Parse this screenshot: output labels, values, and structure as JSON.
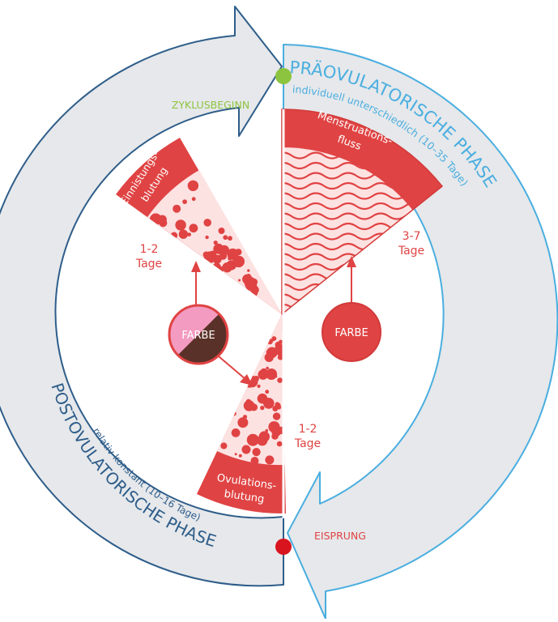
{
  "colors": {
    "arrow_fill": "#e6e8eb",
    "left_outline": "#2e5d8a",
    "right_outline": "#4aaee0",
    "red": "#e04343",
    "red_dark": "#d23a3a",
    "pink_light": "#fde2e2",
    "green": "#8dc43f",
    "pink_swatch": "#f39bc0",
    "brown_swatch": "#5a3128"
  },
  "labels": {
    "cycle_start": "ZYKLUSBEGINN",
    "ovulation_event": "EISPRUNG",
    "pre_phase_title": "PRÄOVULATORISCHE PHASE",
    "pre_phase_sub": "individuell unterschiedlich (10–35 Tage)",
    "post_phase_title": "POSTOVULATORISCHE PHASE",
    "post_phase_sub": "relativ konstant (10–16 Tage)"
  },
  "segments": {
    "menstruation": {
      "label_line1": "Menstruations-",
      "label_line2": "fluss",
      "duration_line1": "3-7",
      "duration_line2": "Tage"
    },
    "implantation": {
      "label_line1": "Einnistungs-",
      "label_line2": "blutung",
      "duration_line1": "1-2",
      "duration_line2": "Tage"
    },
    "ovulation": {
      "label_line1": "Ovulations-",
      "label_line2": "blutung",
      "duration_line1": "1-2",
      "duration_line2": "Tage"
    }
  },
  "color_badges": {
    "left": "FARBE",
    "right": "FARBE"
  }
}
